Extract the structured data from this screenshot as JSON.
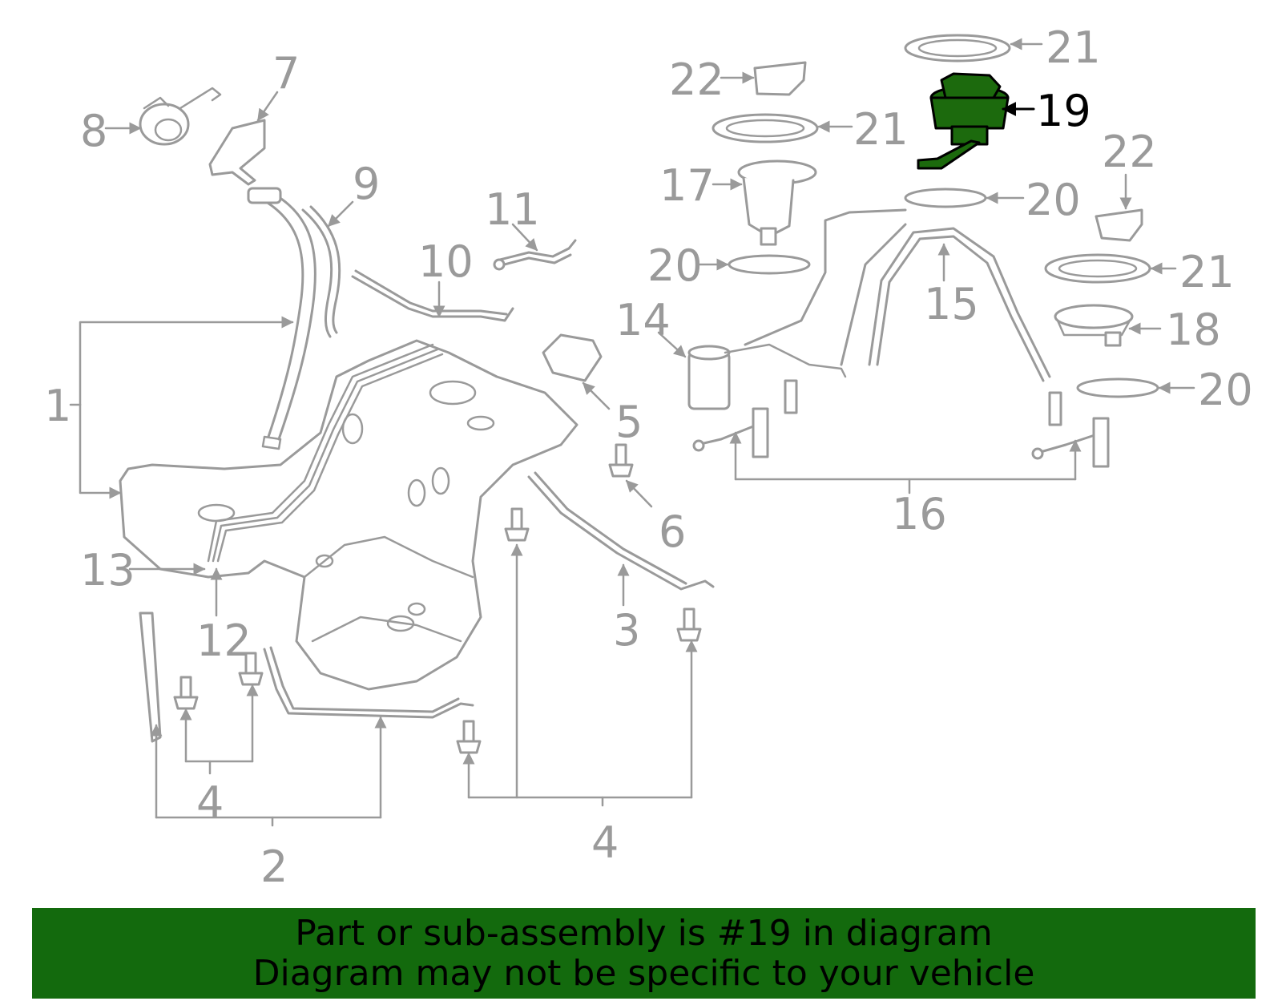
{
  "callouts": {
    "c1": "1",
    "c2": "2",
    "c3": "3",
    "c4a": "4",
    "c4b": "4",
    "c5": "5",
    "c6": "6",
    "c7": "7",
    "c8": "8",
    "c9": "9",
    "c10": "10",
    "c11": "11",
    "c12": "12",
    "c13": "13",
    "c14": "14",
    "c15": "15",
    "c16": "16",
    "c17": "17",
    "c18": "18",
    "c19": "19",
    "c20a": "20",
    "c20b": "20",
    "c20c": "20",
    "c21a": "21",
    "c21b": "21",
    "c21c": "21",
    "c22a": "22",
    "c22b": "22"
  },
  "highlighted_part": "19",
  "colors": {
    "line": "#9a9a9a",
    "highlight": "#1c6a0d",
    "banner": "#136a0d"
  },
  "banner": {
    "line1": "Part or sub-assembly is #19 in diagram",
    "line2": "Diagram may not be specific to your vehicle"
  }
}
